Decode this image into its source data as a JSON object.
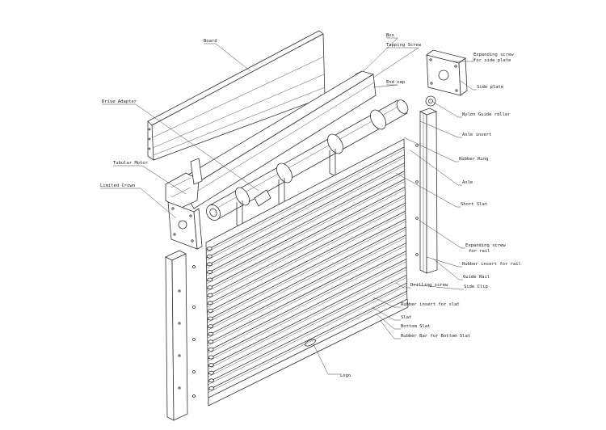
{
  "diagram": {
    "labels": {
      "board": "Board",
      "box": "Box",
      "tapping_screw": "Tapping Screw",
      "end_cap": "End cap",
      "drive_adapter": "Drive Adapter",
      "tubular_motor": "Tubular Motor",
      "limited_crown": "Limited Crown",
      "expanding_screw_side_plate_1": "Expanding screw",
      "expanding_screw_side_plate_2": "for side plate",
      "side_plate": "Side plate",
      "nylon_guide_roller": "Nylon Guide roller",
      "axle_insert": "Axle insert",
      "rubber_ring": "Rubber Ring",
      "axle": "Axle",
      "short_slat": "Short Slat",
      "expanding_screw_rail_1": "Expanding screw",
      "expanding_screw_rail_2": "for rail",
      "rubber_insert_rail": "Rubber insert for rail",
      "guide_rail": "Guide Rail",
      "side_clip": "Side Clip",
      "drilling_screw": "Drilling screw",
      "rubber_insert_slat": "Rubber insert for slat",
      "slat": "Slat",
      "bottom_slat": "Bottom Slat",
      "rubber_bar_bottom_slat": "Rubber Bar for Bottom Slat",
      "logo": "Logo"
    }
  }
}
